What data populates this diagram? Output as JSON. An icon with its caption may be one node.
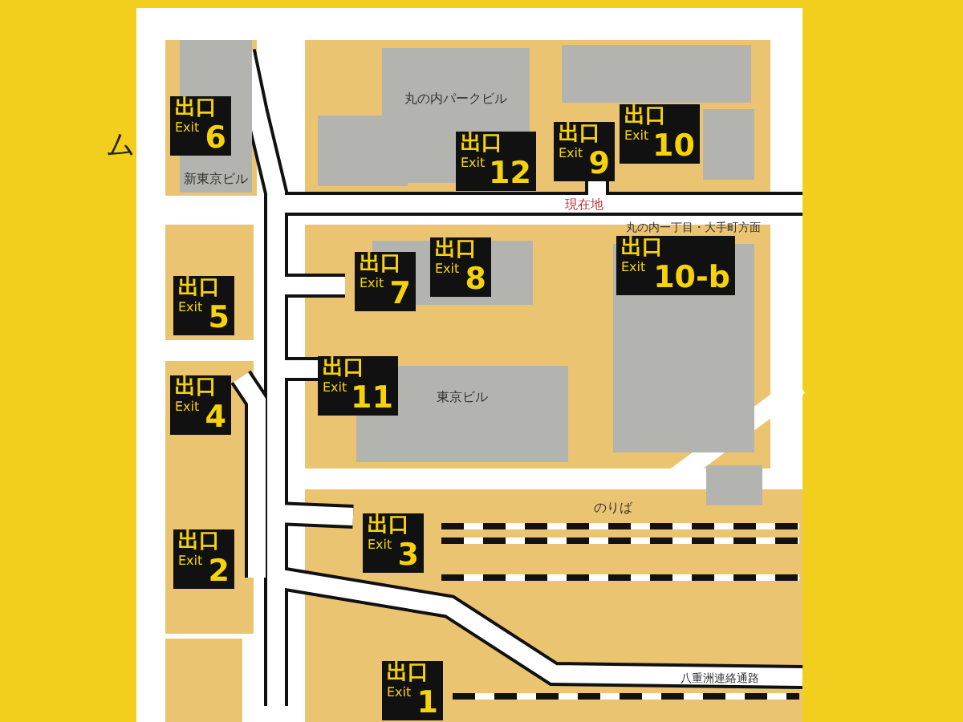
{
  "diagram": {
    "nodes": [
      {
        "text": [
          "出口",
          "Exit",
          "6"
        ]
      },
      {
        "text": [
          "丸の内パークビル"
        ]
      },
      {
        "text": [
          "出口",
          "Exit",
          "10"
        ]
      },
      {
        "text": [],
        "shape": "box"
      },
      {
        "text": [
          "出口",
          "Exit",
          "9"
        ]
      },
      {
        "text": [
          "出口",
          "Exit",
          "12"
        ]
      },
      {
        "text": [
          "新東京ビル"
        ]
      },
      {
        "text": [],
        "shape": "box"
      },
      {
        "text": [
          "出口",
          "Exit",
          "8"
        ]
      },
      {
        "text": [
          "出口",
          "Exit",
          "7"
        ]
      },
      {
        "text": [
          "出口",
          "Exit",
          "10-b"
        ]
      },
      {
        "text": [
          "出口",
          "Exit",
          "5"
        ]
      },
      {
        "text": [],
        "shape": "box"
      },
      {
        "text": [
          "出口",
          "Exit",
          "11"
        ]
      },
      {
        "text": [
          "出口",
          "Exit",
          "4"
        ]
      },
      {
        "text": [
          "東京ビル"
        ]
      },
      {
        "text": [
          "出口",
          "Exit",
          "3"
        ]
      },
      {
        "text": [
          "出口",
          "Exit",
          "2"
        ]
      },
      {
        "text": [
          "出口",
          "Exit",
          "1"
        ]
      }
    ],
    "labels": [
      "ム",
      "現在地",
      "丸の内一丁目・大手町方面",
      "のりば",
      "八重洲連絡通路"
    ]
  }
}
